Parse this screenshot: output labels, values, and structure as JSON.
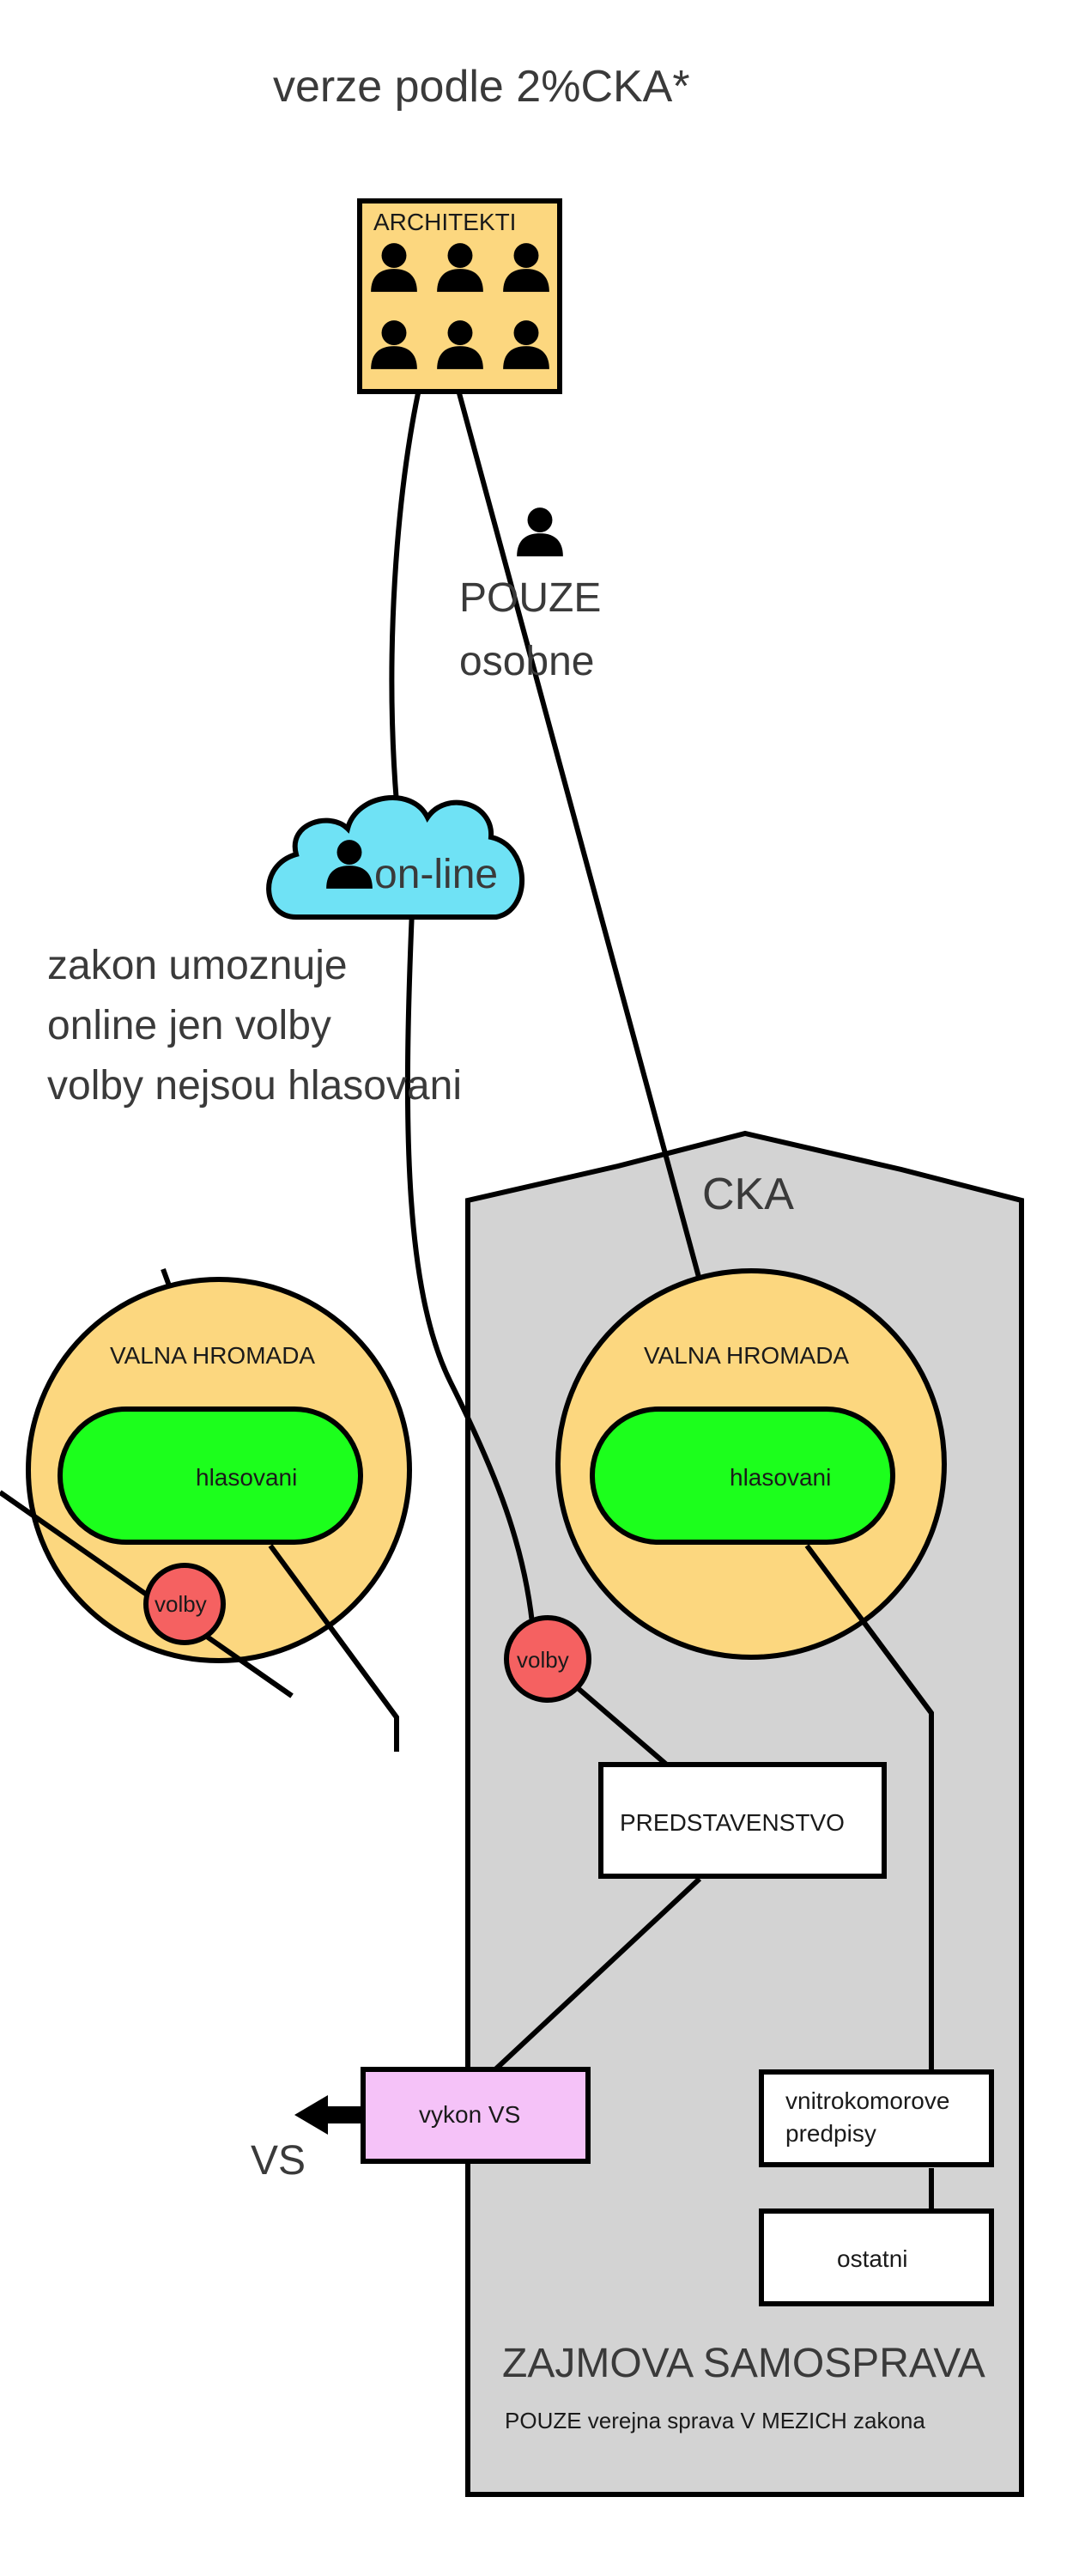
{
  "header": {
    "title": "verze podle 2%CKA*"
  },
  "architects": {
    "label": "ARCHITEKTI"
  },
  "personal": {
    "line1": "POUZE",
    "line2": "osobne"
  },
  "online": {
    "label": "on-line"
  },
  "note": {
    "line1": "zakon umoznuje",
    "line2": "online jen volby",
    "line3": "volby nejsou hlasovani"
  },
  "cka": {
    "label": "CKA",
    "footer_title": "ZAJMOVA SAMOSPRAVA",
    "footer_subtitle": "POUZE verejna sprava V MEZICH zakona"
  },
  "left_assembly": {
    "title": "VALNA HROMADA",
    "vote_label": "hlasovani",
    "election_label": "volby"
  },
  "right_assembly": {
    "title": "VALNA HROMADA",
    "vote_label": "hlasovani",
    "election_label": "volby"
  },
  "board": {
    "label": "PREDSTAVENSTVO"
  },
  "state_admin": {
    "label": "vykon VS",
    "arrow_label": "VS"
  },
  "regulations": {
    "line1": "vnitrokomorove",
    "line2": "predpisy"
  },
  "other": {
    "label": "ostatni"
  },
  "colors": {
    "architects_fill": "#fcd77f",
    "assembly_fill": "#fcd77f",
    "vote_fill": "#1cff1c",
    "election_fill": "#f56161",
    "cloud_fill": "#6fe2f5",
    "cka_fill": "#d3d3d3",
    "state_admin_fill": "#f5c2f8",
    "box_fill": "#ffffff"
  },
  "icons": {
    "person": "person-icon",
    "cloud": "cloud-icon",
    "arrow": "arrow-left-icon"
  }
}
